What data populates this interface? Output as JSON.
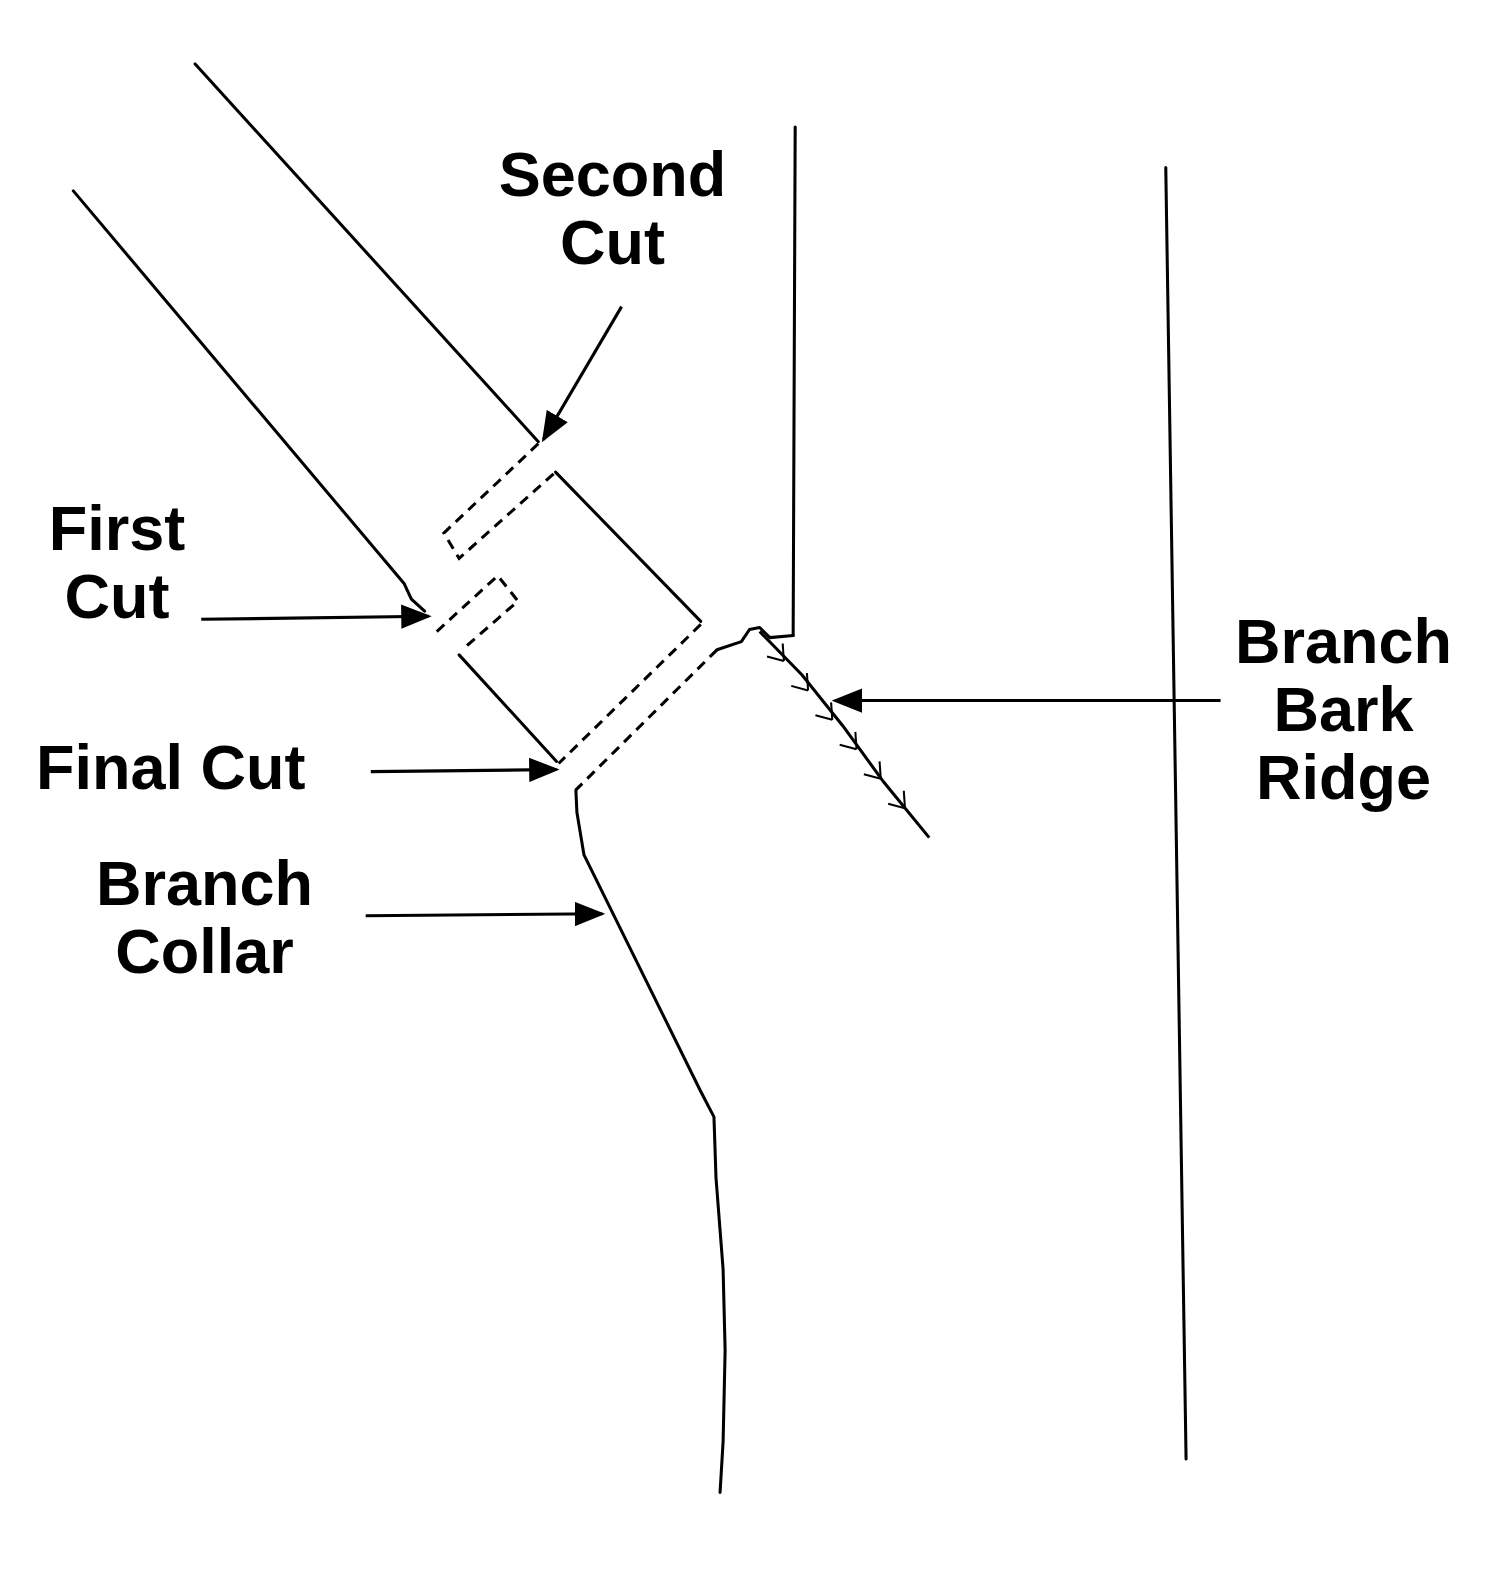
{
  "diagram": {
    "labels": [
      "Second Cut",
      "First Cut",
      "Final Cut",
      "Branch Collar",
      "Branch Bark Ridge"
    ]
  }
}
